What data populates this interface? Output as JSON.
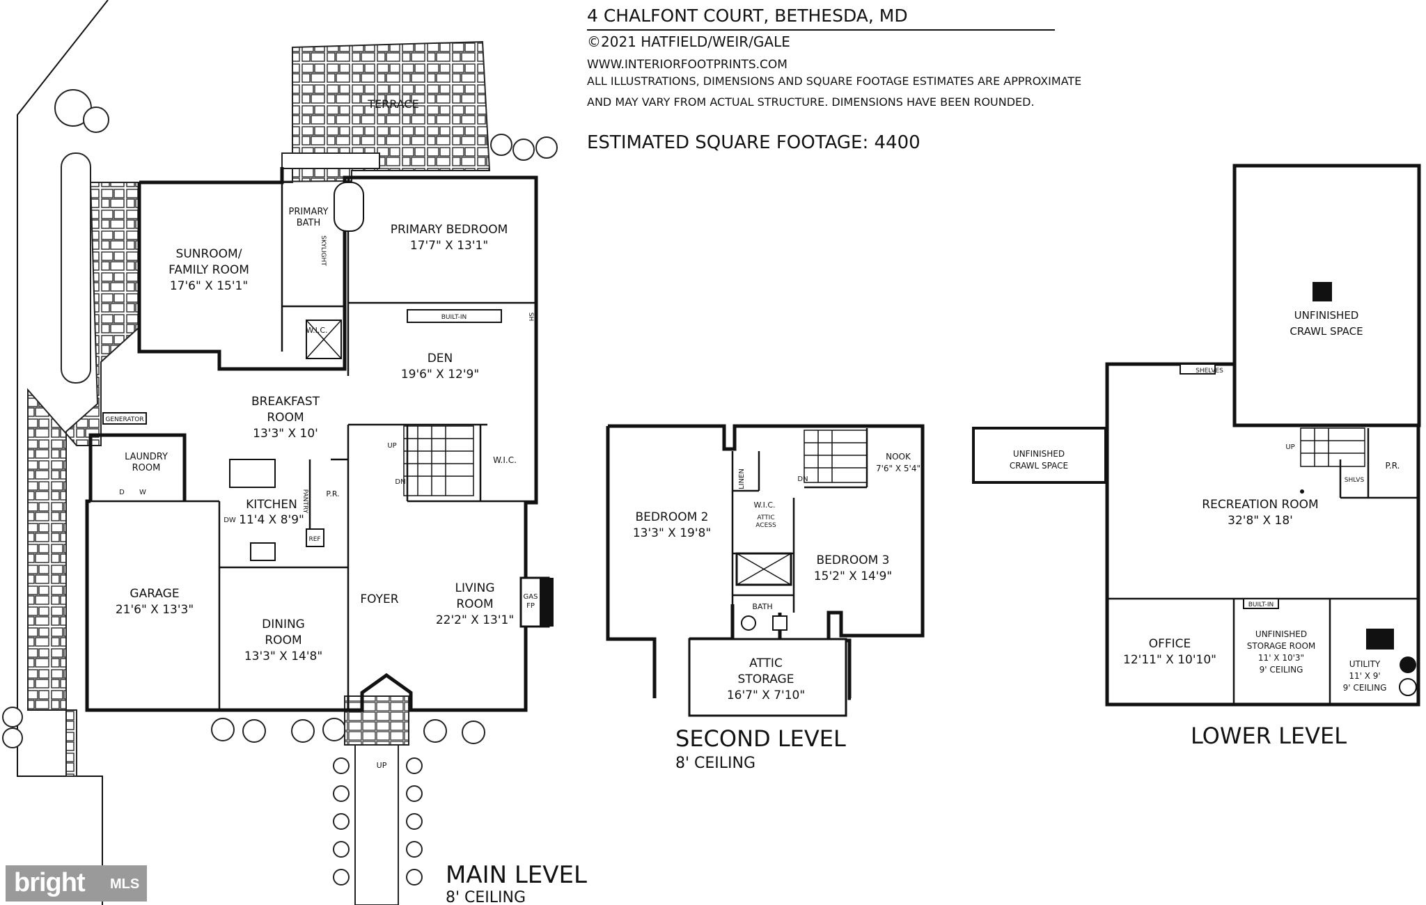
{
  "header": {
    "address": "4 CHALFONT COURT, BETHESDA, MD",
    "copyright": "©2021 HATFIELD/WEIR/GALE",
    "website": "WWW.INTERIORFOOTPRINTS.COM",
    "disclaimer_line1": "ALL ILLUSTRATIONS, DIMENSIONS AND SQUARE FOOTAGE ESTIMATES ARE APPROXIMATE",
    "disclaimer_line2": "AND MAY VARY FROM ACTUAL STRUCTURE. DIMENSIONS HAVE BEEN ROUNDED.",
    "square_footage": "ESTIMATED SQUARE FOOTAGE: 4400"
  },
  "main_level": {
    "title": "MAIN LEVEL",
    "ceiling": "8' CEILING",
    "terrace": "TERRACE",
    "sunroom": {
      "name1": "SUNROOM/",
      "name2": "FAMILY ROOM",
      "dims": "17'6\" X 15'1\""
    },
    "primary_bath": {
      "name1": "PRIMARY",
      "name2": "BATH",
      "skylight": "SKYLIGHT"
    },
    "primary_bedroom": {
      "name": "PRIMARY BEDROOM",
      "dims": "17'7\" X 13'1\""
    },
    "wic_primary": "W.I.C.",
    "built_in": "BUILT-IN",
    "den": {
      "name": "DEN",
      "dims": "19'6\" X 12'9\""
    },
    "sh": "SH",
    "breakfast": {
      "name1": "BREAKFAST",
      "name2": "ROOM",
      "dims": "13'3\" X 10'"
    },
    "generator": "GENERATOR",
    "laundry": {
      "name1": "LAUNDRY",
      "name2": "ROOM",
      "d": "D",
      "w": "W"
    },
    "kitchen": {
      "name": "KITCHEN",
      "dims": "11'4 X 8'9\"",
      "dw": "DW",
      "pantry": "PANTRY",
      "ref": "REF"
    },
    "powder": "P.R.",
    "wic_stair": "W.I.C.",
    "up": "UP",
    "dn": "DN",
    "garage": {
      "name": "GARAGE",
      "dims": "21'6\" X 13'3\""
    },
    "dining": {
      "name1": "DINING",
      "name2": "ROOM",
      "dims": "13'3\" X 14'8\""
    },
    "foyer": "FOYER",
    "living": {
      "name1": "LIVING",
      "name2": "ROOM",
      "dims": "22'2\" X 13'1\""
    },
    "fireplace": {
      "l1": "GAS",
      "l2": "FP"
    },
    "walk_up": "UP"
  },
  "second_level": {
    "title": "SECOND LEVEL",
    "ceiling": "8' CEILING",
    "bedroom2": {
      "name": "BEDROOM 2",
      "dims": "13'3\" X 19'8\""
    },
    "bedroom3": {
      "name": "BEDROOM 3",
      "dims": "15'2\" X 14'9\""
    },
    "nook": {
      "name": "NOOK",
      "dims": "7'6\" X 5'4\""
    },
    "linen": "LINEN",
    "wic": "W.I.C.",
    "attic_access1": "ATTIC",
    "attic_access2": "ACESS",
    "dn": "DN",
    "bath": "BATH",
    "attic_storage": {
      "name1": "ATTIC",
      "name2": "STORAGE",
      "dims": "16'7\" X 7'10\""
    }
  },
  "lower_level": {
    "title": "LOWER LEVEL",
    "crawl_big": {
      "l1": "UNFINISHED",
      "l2": "CRAWL SPACE"
    },
    "crawl_small": {
      "l1": "UNFINISHED",
      "l2": "CRAWL SPACE"
    },
    "shelves": "SHELVES",
    "up": "UP",
    "powder": "P.R.",
    "shlvs": "SHLVS",
    "recreation": {
      "name": "RECREATION ROOM",
      "dims": "32'8\" X 18'"
    },
    "built_in": "BUILT-IN",
    "office": {
      "name": "OFFICE",
      "dims": "12'11\" X 10'10\""
    },
    "storage": {
      "l1": "UNFINISHED",
      "l2": "STORAGE ROOM",
      "dims": "11' X 10'3\"",
      "ceiling": "9' CEILING"
    },
    "utility": {
      "name": "UTILITY",
      "dims": "11' X 9'",
      "ceiling": "9' CEILING"
    }
  },
  "badge": {
    "brand": "bright",
    "mls": "MLS"
  }
}
